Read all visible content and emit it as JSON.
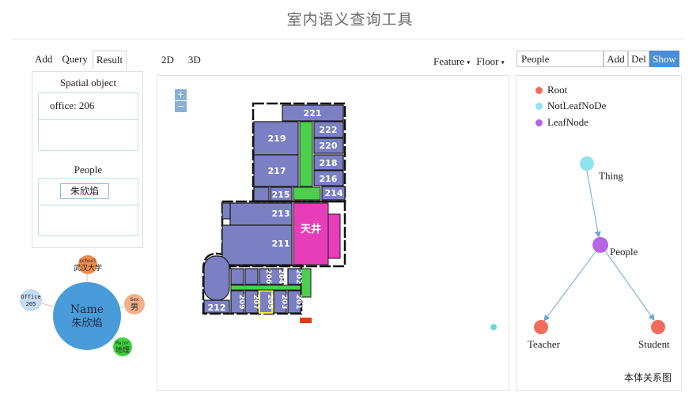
{
  "app": {
    "title": "室内语义查询工具"
  },
  "left_tabs": [
    {
      "label": "Add"
    },
    {
      "label": "Query"
    },
    {
      "label": "Result"
    }
  ],
  "result": {
    "spatial_label": "Spatial object",
    "spatial_value": "office: 206",
    "people_label": "People",
    "people_value": "朱欣焰"
  },
  "bubbles": {
    "center": {
      "key": "Name",
      "value": "朱欣焰"
    },
    "school": {
      "key": "School",
      "value": "武汉大学"
    },
    "office": {
      "key": "Office",
      "value": "205"
    },
    "sex": {
      "key": "Sex",
      "value": "男"
    },
    "major": {
      "key": "Major",
      "value": "地理"
    }
  },
  "view_tabs": [
    {
      "label": "2D"
    },
    {
      "label": "3D"
    }
  ],
  "map_controls": {
    "feature": "Feature",
    "floor": "Floor"
  },
  "floorplan": {
    "rooms": [
      "221",
      "222",
      "220",
      "219",
      "218",
      "217",
      "216",
      "215",
      "214",
      "213",
      "211",
      "212",
      "209",
      "207",
      "205",
      "203",
      "201",
      "206",
      "204",
      "202"
    ],
    "atrium": "天井"
  },
  "search": {
    "value": "People",
    "add": "Add",
    "del": "Del",
    "show": "Show"
  },
  "graph": {
    "legend": [
      {
        "label": "Root",
        "color": "#f26b5b"
      },
      {
        "label": "NotLeafNoDe",
        "color": "#8ee3ec"
      },
      {
        "label": "LeafNode",
        "color": "#b765e6"
      }
    ],
    "nodes": {
      "thing": "Thing",
      "people": "People",
      "teacher": "Teacher",
      "student": "Student"
    },
    "caption": "本体关系图"
  },
  "colors": {
    "room": "#7b80c4",
    "corridor": "#4ccf4c",
    "atrium": "#e83db8",
    "highlight": "#f4f036",
    "accent": "#4a8fd6"
  }
}
